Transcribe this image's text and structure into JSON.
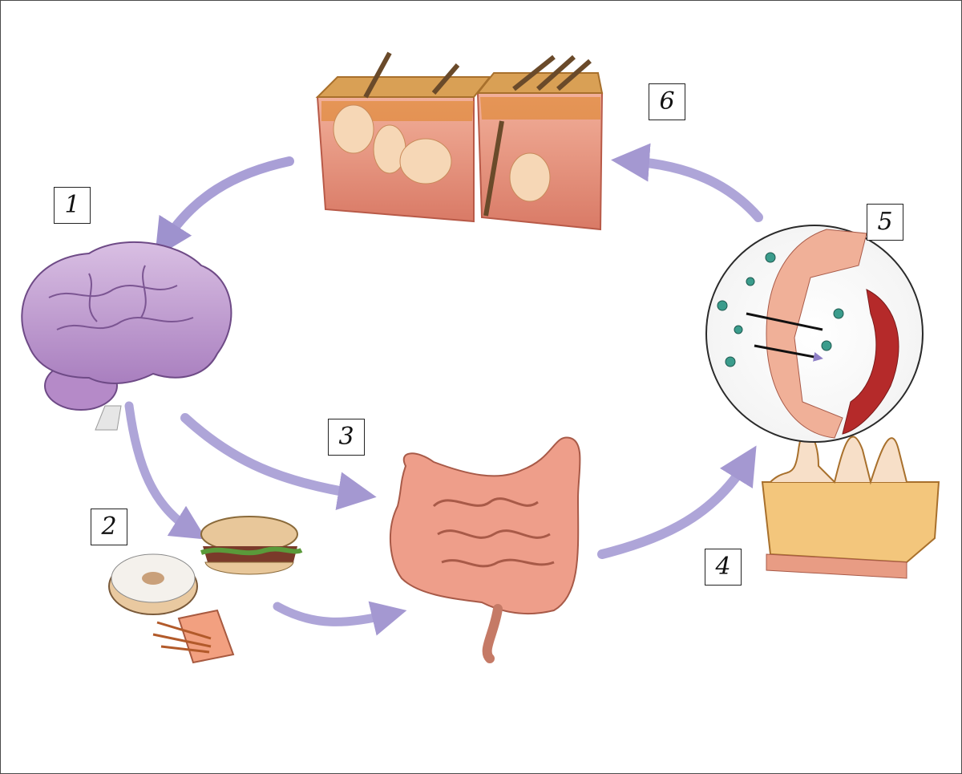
{
  "steps": [
    {
      "id": "1",
      "label": "1"
    },
    {
      "id": "2",
      "label": "2"
    },
    {
      "id": "3",
      "label": "3"
    },
    {
      "id": "4",
      "label": "4"
    },
    {
      "id": "5",
      "label": "5"
    },
    {
      "id": "6",
      "label": "6"
    }
  ],
  "colors": {
    "arrow": "#9b8fcf",
    "brain": "#c9aad6",
    "intestine": "#e8957f",
    "skin": "#e99a86",
    "villi": "#f5c880",
    "bacteria": "#3b9c8c",
    "blood": "#b52a2a"
  },
  "icons": [
    "brain-illustration",
    "food-illustration",
    "intestine-illustration",
    "gut-lining-illustration",
    "skin-illustration",
    "cycle-arrow-icon"
  ]
}
